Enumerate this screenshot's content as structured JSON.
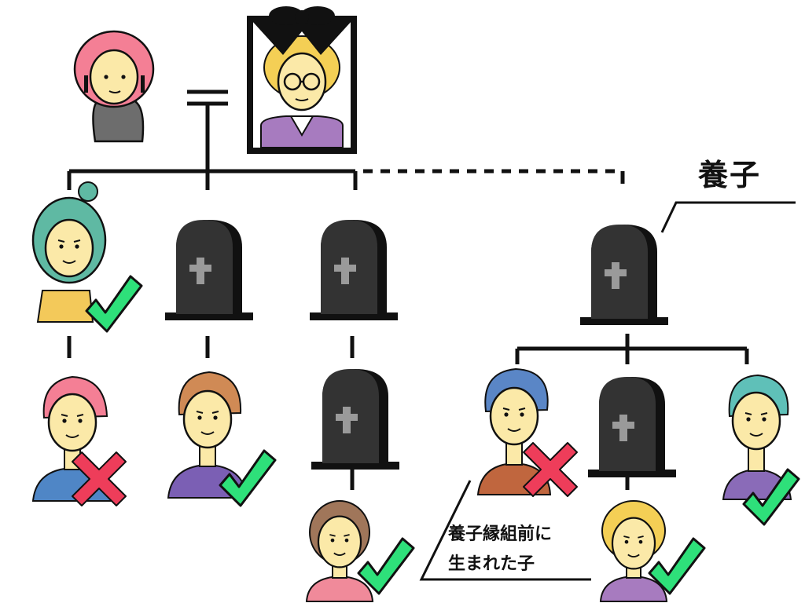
{
  "labels": {
    "adopted_child": "養子",
    "note_line1": "養子縁組前に",
    "note_line2": "生まれた子"
  },
  "colors": {
    "line": "#111111",
    "tombstone": "#2b2b2b",
    "tombstone_shadow": "#111111",
    "cross": "#9a9a9a",
    "check": "#2ee07a",
    "x_mark": "#ee3d5a",
    "skin": "#fbe9a8"
  },
  "people": [
    {
      "role": "spouse",
      "status": "alive"
    },
    {
      "role": "deceased-parent",
      "status": "deceased-portrait"
    },
    {
      "role": "child-1",
      "status": "heir",
      "mark": "check"
    },
    {
      "role": "child-2",
      "status": "deceased"
    },
    {
      "role": "child-3",
      "status": "deceased"
    },
    {
      "role": "adopted-child",
      "status": "deceased"
    },
    {
      "role": "grandchild-1",
      "status": "not-heir",
      "mark": "x"
    },
    {
      "role": "grandchild-2",
      "status": "heir",
      "mark": "check"
    },
    {
      "role": "grandchild-3",
      "status": "deceased"
    },
    {
      "role": "great-grandchild",
      "status": "heir",
      "mark": "check"
    },
    {
      "role": "adoptee-child-before-adoption",
      "status": "not-heir",
      "mark": "x"
    },
    {
      "role": "adoptee-child-2",
      "status": "deceased"
    },
    {
      "role": "adoptee-grandchild",
      "status": "heir",
      "mark": "check"
    },
    {
      "role": "adoptee-child-3",
      "status": "heir",
      "mark": "check"
    }
  ]
}
